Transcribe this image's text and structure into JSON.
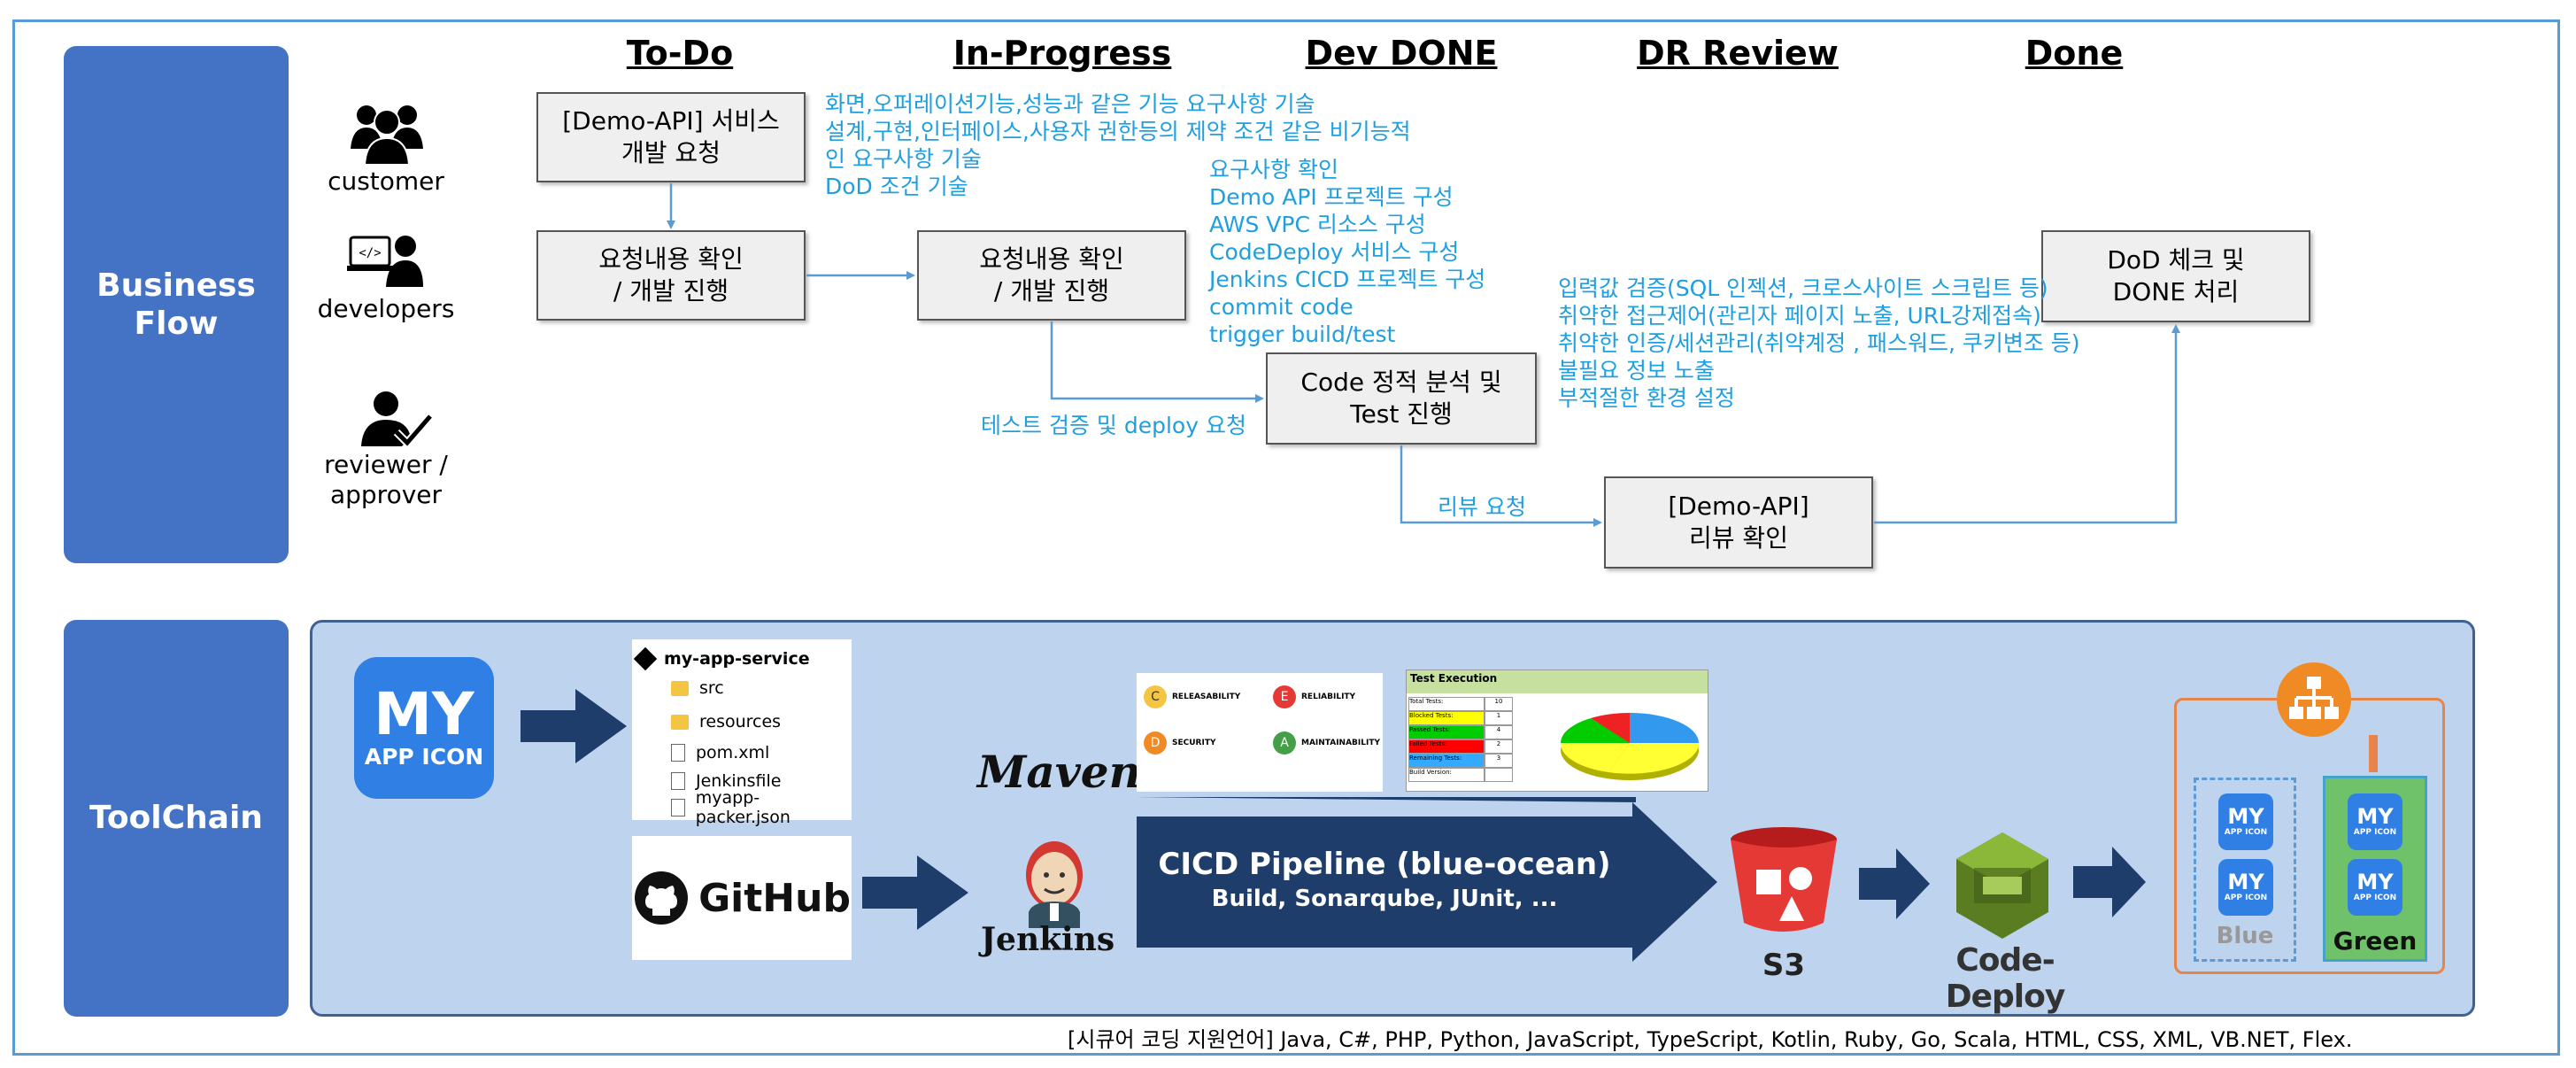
{
  "sections": {
    "business": "Business\nFlow",
    "toolchain": "ToolChain"
  },
  "columns": [
    "To-Do",
    "In-Progress",
    "Dev DONE",
    "DR Review",
    "Done"
  ],
  "roles": {
    "customer": "customer",
    "developers": "developers",
    "reviewer": "reviewer /\napprover"
  },
  "boxes": {
    "demo_request": "[Demo-API] 서비스\n개발 요청",
    "confirm_todo": "요청내용 확인\n/ 개발 진행",
    "confirm_progress": "요청내용 확인\n/ 개발 진행",
    "static_analysis": "Code 정적 분석 및\nTest 진행",
    "review_confirm": "[Demo-API]\n리뷰 확인",
    "dod_check": "DoD 체크 및\nDONE 처리"
  },
  "notes": {
    "requirements": [
      "화면,오퍼레이션기능,성능과 같은 기능 요구사항 기술",
      "설계,구현,인터페이스,사용자 권한등의 제약 조건 같은 비기능적",
      "인 요구사항 기술",
      "DoD 조건 기술"
    ],
    "dev_tasks": [
      "요구사항 확인",
      "Demo API 프로젝트 구성",
      "AWS VPC 리소스 구성",
      "CodeDeploy 서비스 구성",
      "Jenkins CICD 프로젝트 구성",
      "commit code",
      "trigger build/test"
    ],
    "review_items": [
      "입력값 검증(SQL 인젝션, 크로스사이트 스크립트 등)",
      "취약한 접근제어(관리자 페이지 노출, URL강제접속)",
      "취약한 인증/세션관리(취약계정 , 패스워드, 쿠키변조 등)",
      "불필요 정보 노출",
      "부적절한 환경 설정"
    ],
    "test_deploy": "테스트 검증 및 deploy 요청",
    "review_request": "리뷰 요청"
  },
  "toolchain": {
    "app_icon": {
      "big": "MY",
      "small": "APP ICON"
    },
    "repo": {
      "name": "my-app-service",
      "items": [
        {
          "type": "folder",
          "name": "src"
        },
        {
          "type": "folder",
          "name": "resources"
        },
        {
          "type": "file",
          "name": "pom.xml"
        },
        {
          "type": "file",
          "name": "Jenkinsfile"
        },
        {
          "type": "file",
          "name": "myapp-packer.json"
        }
      ]
    },
    "github": "GitHub",
    "maven": "Maven",
    "jenkins": "Jenkins",
    "pipeline": {
      "title": "CICD Pipeline (blue-ocean)",
      "subtitle": "Build, Sonarqube, JUnit, ..."
    },
    "sonar": {
      "cells": [
        {
          "grade": "C",
          "title": "RELEASABILITY",
          "color": "#f4c542"
        },
        {
          "grade": "E",
          "title": "RELIABILITY",
          "color": "#e53935"
        },
        {
          "grade": "D",
          "title": "SECURITY",
          "color": "#f08a24"
        },
        {
          "grade": "A",
          "title": "MAINTAINABILITY",
          "color": "#43a047"
        }
      ]
    },
    "test_exec": {
      "title": "Test Execution",
      "rows": [
        {
          "label": "Total Tests:",
          "value": "10",
          "color": "#ffffff"
        },
        {
          "label": "Blocked Tests:",
          "value": "1",
          "color": "#ffff00"
        },
        {
          "label": "Passed Tests:",
          "value": "4",
          "color": "#00cc00"
        },
        {
          "label": "Failed Tests:",
          "value": "2",
          "color": "#ff0000"
        },
        {
          "label": "Remaining Tests:",
          "value": "3",
          "color": "#33aaff"
        },
        {
          "label": "Build Version:",
          "value": "",
          "color": "#ffffff"
        }
      ]
    },
    "s3": "S3",
    "codedeploy": "Code-Deploy",
    "blue_label": "Blue",
    "green_label": "Green"
  },
  "footer": "[시큐어 코딩 지원언어] Java, C#, PHP, Python, JavaScript, TypeScript, Kotlin, Ruby, Go, Scala, HTML, CSS, XML, VB.NET, Flex.",
  "colors": {
    "section_bg": "#4472c4",
    "note_text": "#1f9fe0",
    "arrow": "#5b9bd5",
    "toolchain_bg": "#bdd3ee",
    "dark_arrow": "#1f3d6b"
  }
}
